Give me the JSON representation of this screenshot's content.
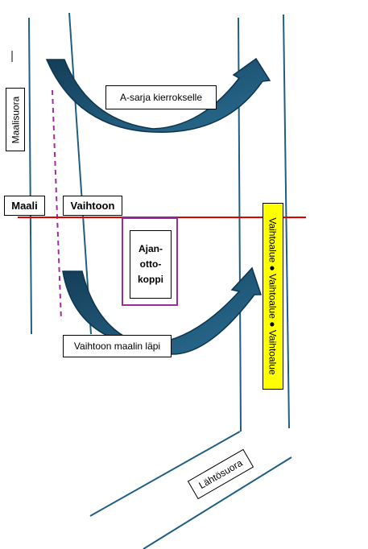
{
  "labels": {
    "maalisuora": "Maalisuora",
    "kierros": "A-sarja kierrokselle",
    "maali": "Maali",
    "vaihtoon": "Vaihtoon",
    "koppi": "Ajan-\notto-\nkoppi",
    "lapi": "Vaihtoon maalin läpi",
    "vaihtoalue": "Vaihtoalue ● Vaihtoalue ● Vaihtoalue",
    "lahtosuora": "Lähtösuora"
  },
  "colors": {
    "track_line": "#1f5f82",
    "arrow_fill": "#1d4f6c",
    "arrow_stroke": "#0e3550",
    "finish_line": "#e00000",
    "booth_border": "#9b2c9b",
    "dashed_line": "#a02ca0",
    "zone_fill": "#ffff00"
  }
}
